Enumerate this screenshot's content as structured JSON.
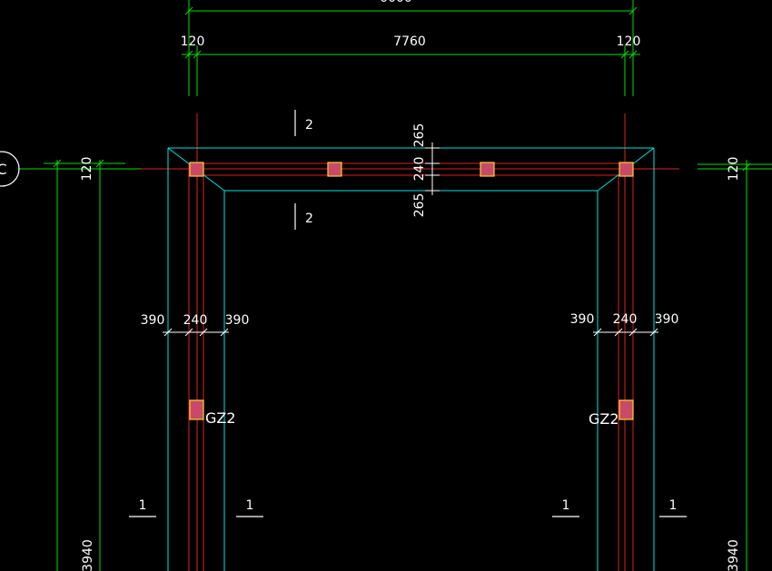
{
  "colors": {
    "background": "#000000",
    "dimension": "#00e000",
    "wall_outline": "#00e5e5",
    "axis": "#e02020",
    "column_fill": "#c84a6a",
    "column_border": "#ffd21a",
    "text": "#ffffff",
    "mark": "#ffffff"
  },
  "top_dimensions": {
    "left": "120",
    "middle": "7760",
    "right": "120"
  },
  "wall_thickness_dims": {
    "top": "265",
    "middle": "240",
    "bottom": "265"
  },
  "side_dimensions": {
    "left_wall": [
      "390",
      "240",
      "390"
    ],
    "right_wall": [
      "390",
      "240",
      "390"
    ],
    "left_edge_offset": "120",
    "right_edge_offset": "120",
    "left_height": "3940",
    "right_height": "3940"
  },
  "axis_bubble": "C",
  "column_labels": {
    "left": "GZ2",
    "right": "GZ2"
  },
  "section_marks": {
    "top": "2",
    "bottom": "2",
    "markers": [
      "1",
      "1",
      "1",
      "1"
    ]
  }
}
